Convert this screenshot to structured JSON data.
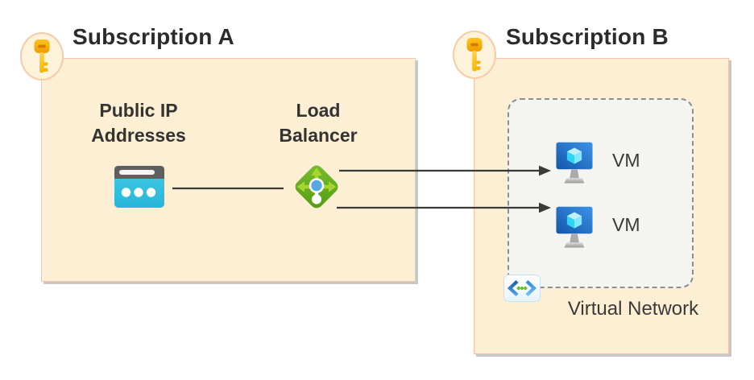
{
  "diagram": {
    "subscription_a": {
      "title": "Subscription A",
      "public_ip_label": "Public IP\nAddresses",
      "load_balancer_label": "Load\nBalancer"
    },
    "subscription_b": {
      "title": "Subscription B",
      "vm_labels": [
        "VM",
        "VM"
      ],
      "virtual_network_label": "Virtual Network"
    },
    "colors": {
      "subscription_box_fill": "#fcefd3",
      "subscription_box_border": "#f8c3a9",
      "box_shadow": "#c7c7c7",
      "badge_fill": "#fdf3da",
      "badge_border": "#f8cba6",
      "vnet_box_fill": "#f4f4f1",
      "vnet_box_border": "#8f8e8d",
      "connector_arrow": "#3a3a39",
      "title_text": "#2b2b2b",
      "key_gold": "#fbbc11",
      "public_ip_cyan": "#32bedd",
      "load_balancer_green": "#68a81e",
      "load_balancer_arrow_green": "#a4d62f",
      "vm_blue": "#2a7de1",
      "vm_cube_cyan": "#50e6ff",
      "vnet_chevron_blue": "#2e7fd0",
      "vnet_dot_green": "#6abf29"
    }
  }
}
